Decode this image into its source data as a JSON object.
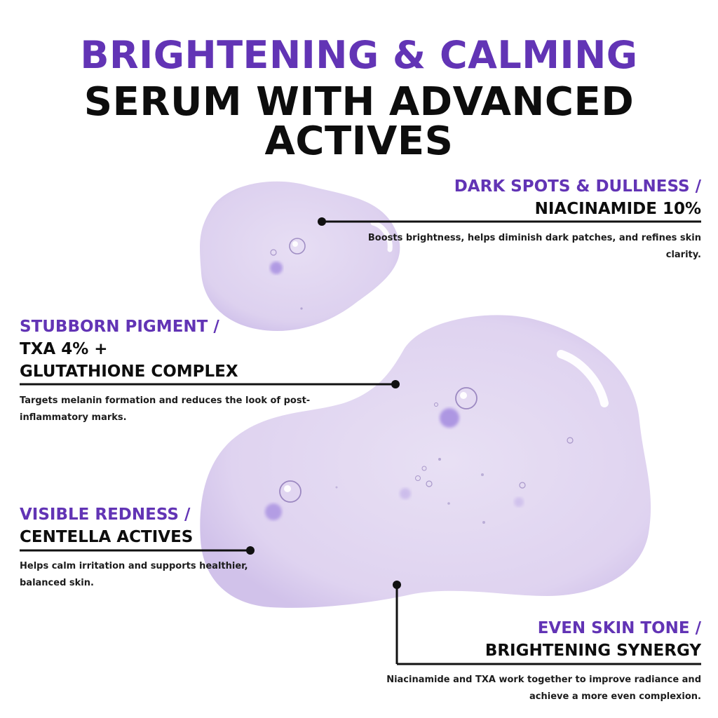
{
  "header": {
    "line1": "BRIGHTENING & CALMING",
    "line2": "SERUM WITH ADVANCED ACTIVES"
  },
  "callouts": {
    "dark_spots": {
      "category": "DARK SPOTS & DULLNESS /",
      "ingredient": "NIACINAMIDE 10%",
      "description": "Boosts brightness, helps diminish dark patches, and refines skin clarity."
    },
    "pigment": {
      "category": "STUBBORN PIGMENT /",
      "ingredient_line1": "TXA 4% +",
      "ingredient_line2": "GLUTATHIONE COMPLEX",
      "description": "Targets melanin formation and reduces the look of post-inflammatory marks."
    },
    "redness": {
      "category": "VISIBLE REDNESS /",
      "ingredient": "CENTELLA ACTIVES",
      "description": "Helps calm irritation and supports healthier, balanced skin."
    },
    "even_tone": {
      "category": "EVEN SKIN TONE /",
      "ingredient": "BRIGHTENING SYNERGY",
      "description": "Niacinamide and TXA work together to improve radiance and achieve a more even complexion."
    }
  },
  "colors": {
    "accent_purple": "#6234b5",
    "text_black": "#0d0d0d",
    "serum_lavender": "#e4dbf2",
    "pigment_dot": "#a48be0"
  }
}
